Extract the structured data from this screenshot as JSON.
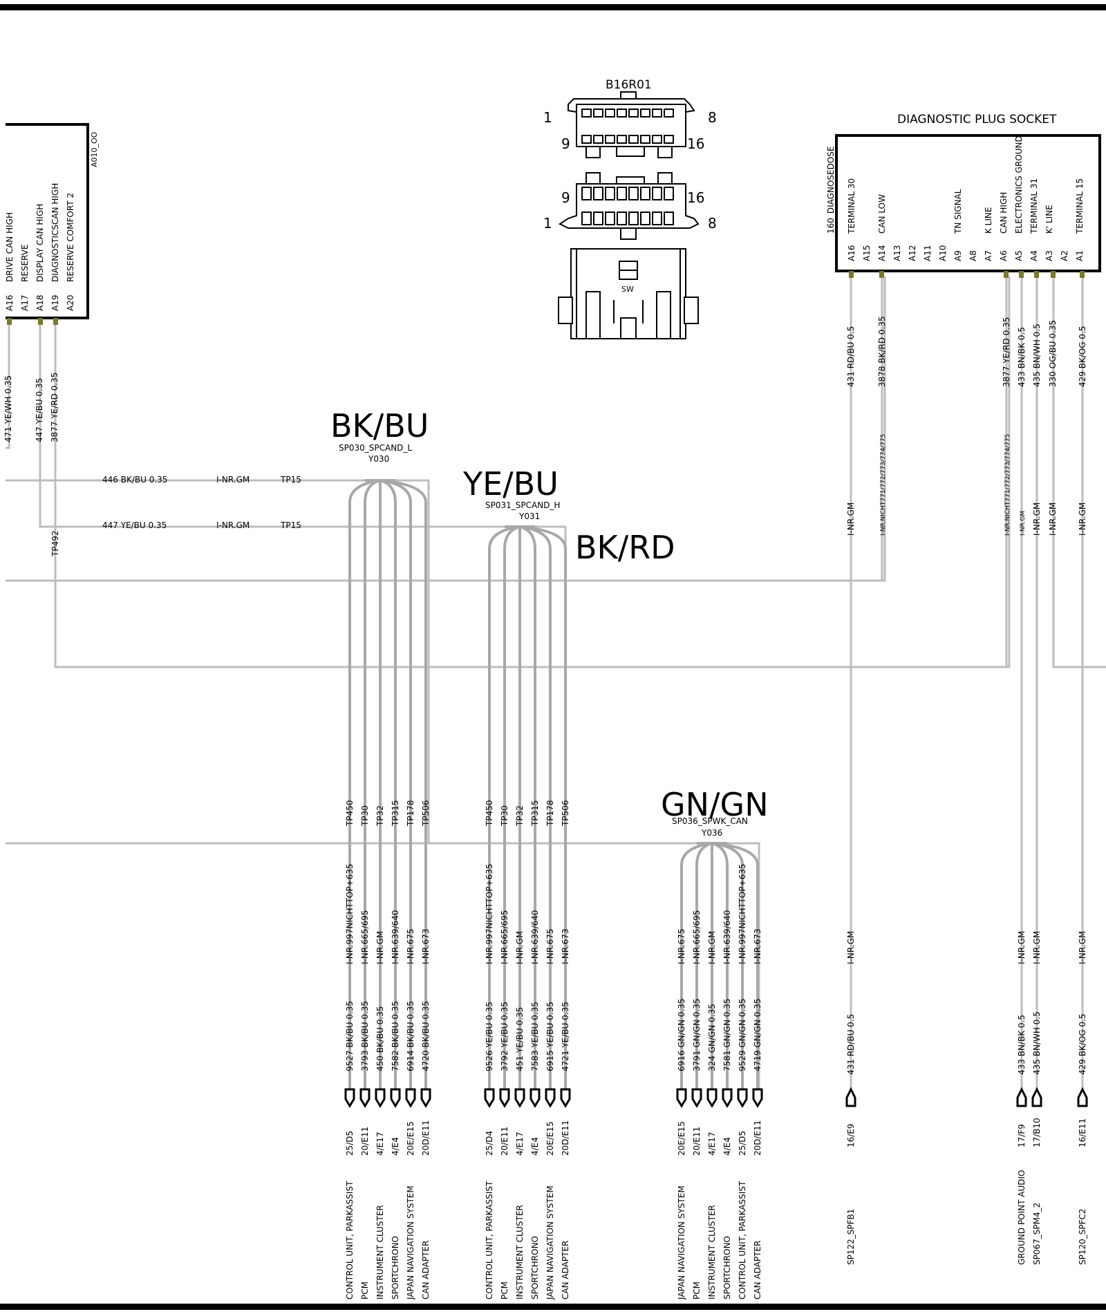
{
  "colors": {
    "wire": "#bdbdbd",
    "terminal": "#7a7a2a"
  },
  "a010": {
    "id": "A010_OO",
    "pins": [
      {
        "pin": "A16",
        "label": "DRIVE   CAN HIGH"
      },
      {
        "pin": "A17",
        "label": "RESERVE"
      },
      {
        "pin": "A18",
        "label": "DISPLAY   CAN HIGH"
      },
      {
        "pin": "A19",
        "label": "DIAGNOSTICSCAN HIGH"
      },
      {
        "pin": "A20",
        "label": "RESERVE   COMFORT   2"
      }
    ],
    "wires": [
      "471 YE/WH 0.35",
      "447 YE/BU 0.35",
      "3877 YE/RD 0.35"
    ]
  },
  "connector": {
    "title": "B16R01",
    "pin1": "1",
    "pin8": "8",
    "pin9": "9",
    "pin16": "16",
    "sw": "SW"
  },
  "diag": {
    "title": "DIAGNOSTIC PLUG SOCKET",
    "side": "160_DIAGNOSEDOSE",
    "pins": [
      {
        "pin": "A16",
        "label": "TERMINAL 30"
      },
      {
        "pin": "A15",
        "label": ""
      },
      {
        "pin": "A14",
        "label": "CAN LOW"
      },
      {
        "pin": "A13",
        "label": ""
      },
      {
        "pin": "A12",
        "label": ""
      },
      {
        "pin": "A11",
        "label": ""
      },
      {
        "pin": "A10",
        "label": ""
      },
      {
        "pin": "A9",
        "label": "TN SIGNAL"
      },
      {
        "pin": "A8",
        "label": ""
      },
      {
        "pin": "A7",
        "label": "K LINE"
      },
      {
        "pin": "A6",
        "label": "CAN HIGH"
      },
      {
        "pin": "A5",
        "label": "ELECTRONICS GROUND"
      },
      {
        "pin": "A4",
        "label": "TERMINAL 31"
      },
      {
        "pin": "A3",
        "label": "K' LINE"
      },
      {
        "pin": "A2",
        "label": ""
      },
      {
        "pin": "A1",
        "label": "TERMINAL 15"
      }
    ],
    "wire_top": [
      {
        "pin": "A16",
        "label": "431 RD/BU 0.5",
        "nr": "I-NR.GM"
      },
      {
        "pin": "A14",
        "label": "3878 BK/RD 0.35",
        "nr": "I-NR.NICHT771/772/773/774/775"
      },
      {
        "pin": "A6",
        "label": "3877 YE/RD 0.35",
        "nr": "I-NR.NICHT771/772/773/774/775"
      },
      {
        "pin": "A5",
        "label": "433 BN/BK 0.5",
        "nr": "I-NR.GM"
      },
      {
        "pin": "A4",
        "label": "435 BN/WH 0.5",
        "nr": "I-NR.GM"
      },
      {
        "pin": "A3",
        "label": "330 OG/BU 0.35",
        "nr": "I-NR.GM"
      },
      {
        "pin": "A1",
        "label": "429 BK/OG 0.5",
        "nr": "I-NR.GM"
      }
    ]
  },
  "horizontal": {
    "w1": "446 BK/BU 0.35",
    "w1nr": "I-NR.GM",
    "w1tp": "TP15",
    "w2": "447 YE/BU 0.35",
    "w2nr": "I-NR.GM",
    "w2tp": "TP15",
    "tp492": "TP492"
  },
  "splices": [
    {
      "color": "BK/BU",
      "name": "SP030_SPCAND_L",
      "id": "Y030",
      "branches": [
        {
          "tp": "TP450",
          "nr": "I-NR.997NICHTTOP+635",
          "wire": "9527 BK/BU 0.35",
          "loc": "25/D5",
          "dest": "CONTROL UNIT, PARKASSIST"
        },
        {
          "tp": "TP30",
          "nr": "I-NR.665/695",
          "wire": "3793 BK/BU 0.35",
          "loc": "20/E11",
          "dest": "PCM"
        },
        {
          "tp": "TP32",
          "nr": "I-NR.GM",
          "wire": "450 BK/BU 0.35",
          "loc": "4/E17",
          "dest": "INSTRUMENT CLUSTER"
        },
        {
          "tp": "TP315",
          "nr": "I-NR.639/640",
          "wire": "7582 BK/BU 0.35",
          "loc": "4/E4",
          "dest": "SPORTCHRONO"
        },
        {
          "tp": "TP178",
          "nr": "I-NR.675",
          "wire": "6914 BK/BU 0.35",
          "loc": "20E/E15",
          "dest": "JAPAN NAVIGATION SYSTEM"
        },
        {
          "tp": "TP506",
          "nr": "I-NR.673",
          "wire": "4720 BK/BU 0.35",
          "loc": "20D/E11",
          "dest": "CAN ADAPTER"
        }
      ]
    },
    {
      "color": "YE/BU",
      "name": "SP031_SPCAND_H",
      "id": "Y031",
      "branches": [
        {
          "tp": "TP450",
          "nr": "I-NR.997NICHTTOP+635",
          "wire": "9526 YE/BU 0.35",
          "loc": "25/D4",
          "dest": "CONTROL UNIT, PARKASSIST"
        },
        {
          "tp": "TP30",
          "nr": "I-NR.665/695",
          "wire": "3792 YE/BU 0.35",
          "loc": "20/E11",
          "dest": "PCM"
        },
        {
          "tp": "TP32",
          "nr": "I-NR.GM",
          "wire": "451 YE/BU 0.35",
          "loc": "4/E17",
          "dest": "INSTRUMENT CLUSTER"
        },
        {
          "tp": "TP315",
          "nr": "I-NR.639/640",
          "wire": "7583 YE/BU 0.35",
          "loc": "4/E4",
          "dest": "SPORTCHRONO"
        },
        {
          "tp": "TP178",
          "nr": "I-NR.675",
          "wire": "6915 YE/BU 0.35",
          "loc": "20E/E15",
          "dest": "JAPAN NAVIGATION SYSTEM"
        },
        {
          "tp": "TP506",
          "nr": "I-NR.673",
          "wire": "4721 YE/BU 0.35",
          "loc": "20D/E11",
          "dest": "CAN ADAPTER"
        }
      ]
    },
    {
      "color": "GN/GN",
      "name": "SP036_SPWK_CAN",
      "id": "Y036",
      "branches": [
        {
          "tp": "",
          "nr": "I-NR.675",
          "wire": "6916 GN/GN 0.35",
          "loc": "20E/E15",
          "dest": "JAPAN NAVIGATION SYSTEM"
        },
        {
          "tp": "",
          "nr": "I-NR.665/695",
          "wire": "3791 GN/GN 0.35",
          "loc": "20/E11",
          "dest": "PCM"
        },
        {
          "tp": "",
          "nr": "I-NR.GM",
          "wire": "324 GN/GN 0.35",
          "loc": "4/E17",
          "dest": "INSTRUMENT CLUSTER"
        },
        {
          "tp": "",
          "nr": "I-NR.639/640",
          "wire": "7581 GN/GN 0.35",
          "loc": "4/E4",
          "dest": "SPORTCHRONO"
        },
        {
          "tp": "",
          "nr": "I-NR.997NICHTTOP+635",
          "wire": "9529 GN/GN 0.35",
          "loc": "25/D5",
          "dest": "CONTROL UNIT, PARKASSIST"
        },
        {
          "tp": "",
          "nr": "I-NR.673",
          "wire": "4719 GN/GN 0.35",
          "loc": "20D/E11",
          "dest": "CAN ADAPTER"
        }
      ]
    }
  ],
  "bkrd_label": "BK/RD",
  "right_bottom": [
    {
      "nr": "I-NR.GM",
      "wire": "431 RD/BU 0.5",
      "loc": "16/E9",
      "dest": "SP122_SPFB1"
    },
    {
      "nr": "I-NR.GM",
      "wire": "433 BN/BK 0.5",
      "loc": "17/F9",
      "dest": "GROUND POINT   AUDIO"
    },
    {
      "nr": "I-NR.GM",
      "wire": "435 BN/WH 0.5",
      "loc": "17/B10",
      "dest": "SP067_SPM4_2"
    },
    {
      "nr": "I-NR.GM",
      "wire": "429 BK/OG 0.5",
      "loc": "16/E11",
      "dest": "SP120_SPFC2"
    }
  ]
}
